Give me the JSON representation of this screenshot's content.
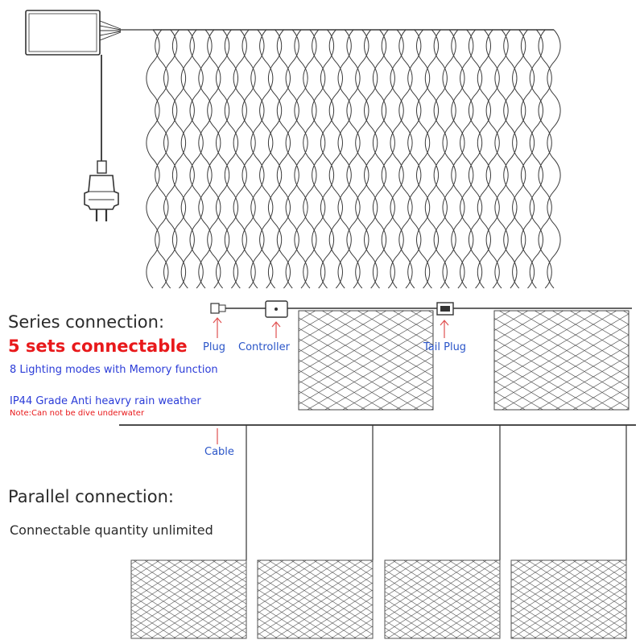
{
  "series": {
    "title": "Series connection:",
    "sets": "5 sets connectable",
    "modes": "8 Lighting modes with Memory function",
    "ip_rating": "IP44 Grade Anti heavry rain weather",
    "note": "Note:Can not be dive underwater"
  },
  "labels": {
    "plug": "Plug",
    "controller": "Controller",
    "tail_plug": "Tail Plug",
    "cable": "Cable"
  },
  "parallel": {
    "title": "Parallel connection:",
    "quantity": "Connectable quantity unlimited"
  },
  "colors": {
    "heading": "#2a2a2a",
    "accent_red": "#e8191b",
    "info_blue": "#2a3bd8",
    "label_blue": "#2a55c8",
    "arrow_red": "#e05050",
    "net_line": "#3a3a3a"
  },
  "icons": [
    "controller-box-icon",
    "power-plug-icon",
    "net-light-icon"
  ]
}
